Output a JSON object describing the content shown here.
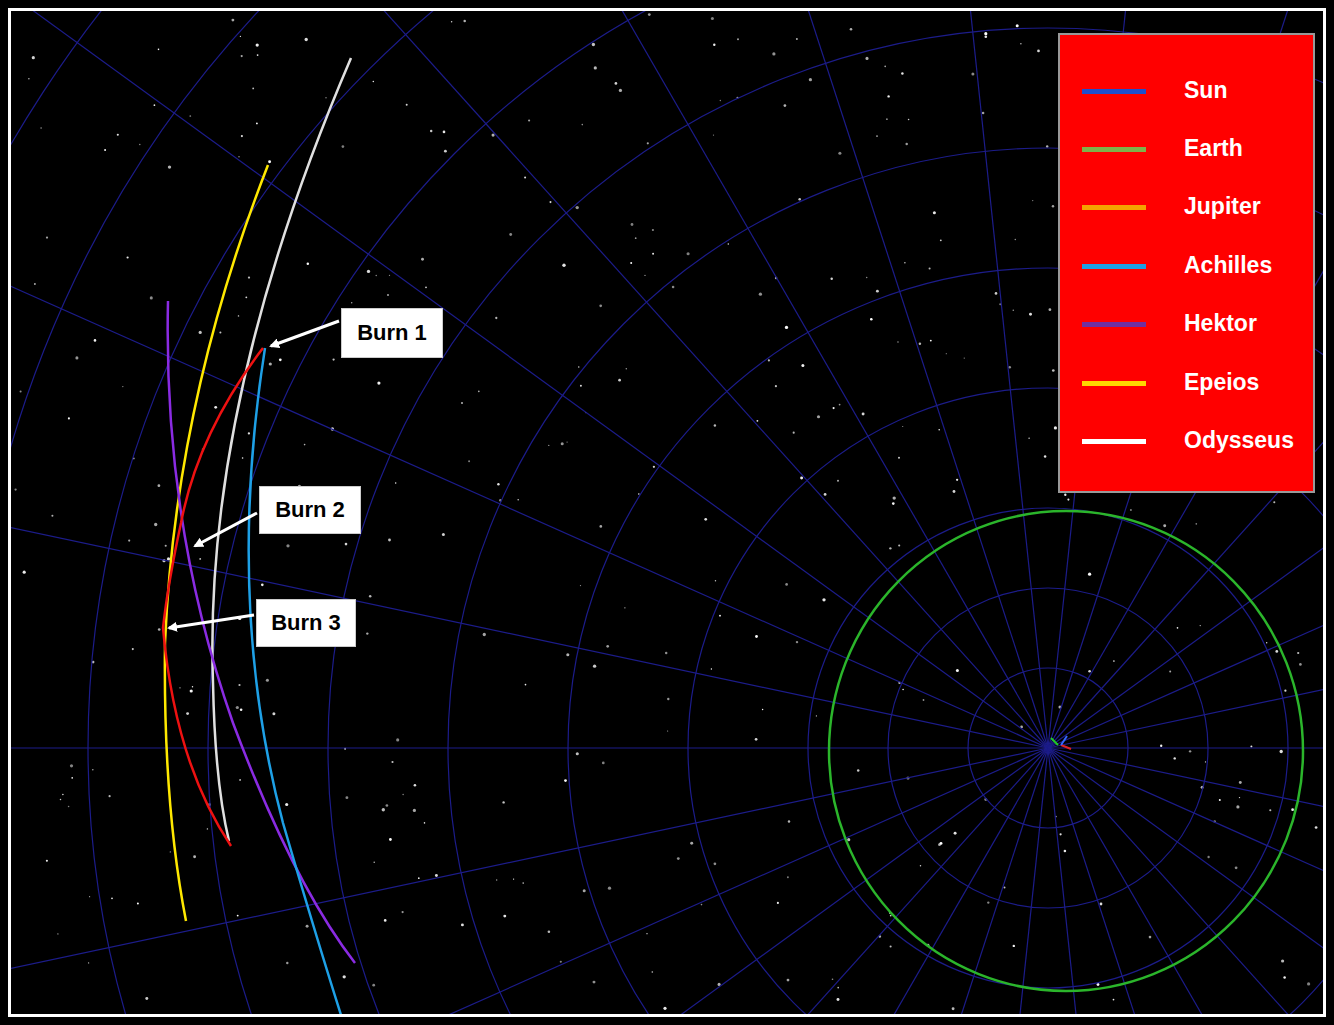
{
  "diagram": {
    "nodes": [
      {
        "text": [
          "Burn 1"
        ]
      },
      {
        "text": [
          "Burn 2"
        ]
      },
      {
        "text": [
          "Burn 3"
        ]
      }
    ],
    "legend": [
      {
        "text": "Sun",
        "color": "#1f4fcf"
      },
      {
        "text": "Earth",
        "color": "#7fb24a"
      },
      {
        "text": "Jupiter",
        "color": "#f5a300"
      },
      {
        "text": "Achilles",
        "color": "#1ea0e6"
      },
      {
        "text": "Hektor",
        "color": "#7030a0"
      },
      {
        "text": "Epeios",
        "color": "#ffd700"
      },
      {
        "text": "Odysseus",
        "color": "#ffffff"
      }
    ]
  }
}
